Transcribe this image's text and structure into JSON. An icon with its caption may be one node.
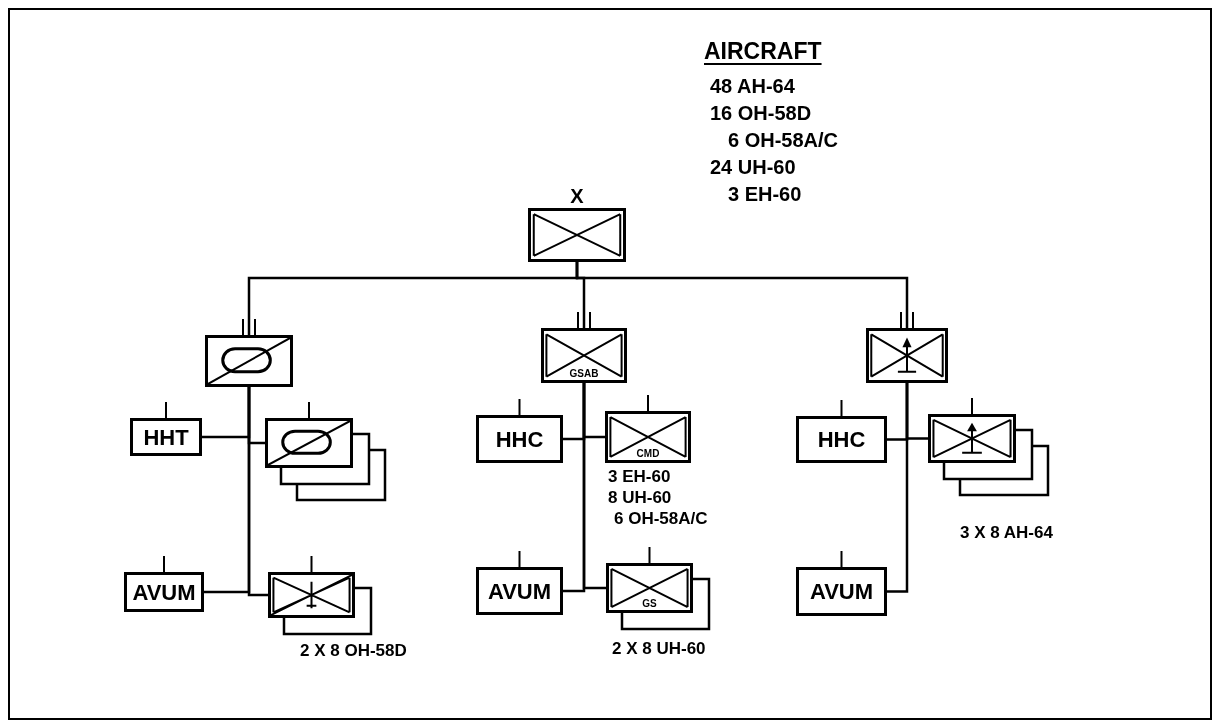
{
  "diagram": {
    "nodes": [
      {
        "text": [
          "X"
        ]
      },
      {
        "text": [],
        "shape": "box"
      },
      {
        "text": [
          "GSAB"
        ]
      },
      {
        "text": [],
        "shape": "box"
      },
      {
        "text": [
          "HHT"
        ]
      },
      {
        "text": [],
        "shape": "box"
      },
      {
        "text": [
          "AVUM"
        ]
      },
      {
        "text": [],
        "shape": "box",
        "beside": [
          "2 X 8 OH-58D"
        ]
      },
      {
        "text": [
          "HHC"
        ]
      },
      {
        "text": [
          "CMD"
        ],
        "beside": [
          "3 EH-60",
          "8 UH-60",
          "6 OH-58A/C"
        ]
      },
      {
        "text": [
          "AVUM"
        ]
      },
      {
        "text": [
          "GS"
        ],
        "beside": [
          "2 X 8 UH-60"
        ]
      },
      {
        "text": [
          "HHC"
        ]
      },
      {
        "text": [],
        "shape": "box",
        "beside": [
          "3 X 8 AH-64"
        ]
      },
      {
        "text": [
          "AVUM"
        ]
      }
    ],
    "edges": [
      {
        "from": 0,
        "to": 1,
        "arrow": "none"
      },
      {
        "from": 0,
        "to": 2,
        "arrow": "none"
      },
      {
        "from": 0,
        "to": 3,
        "arrow": "none"
      },
      {
        "from": 1,
        "to": 4,
        "arrow": "none"
      },
      {
        "from": 1,
        "to": 5,
        "arrow": "none"
      },
      {
        "from": 1,
        "to": 6,
        "arrow": "none"
      },
      {
        "from": 1,
        "to": 7,
        "arrow": "none"
      },
      {
        "from": 2,
        "to": 8,
        "arrow": "none"
      },
      {
        "from": 2,
        "to": 9,
        "arrow": "none"
      },
      {
        "from": 2,
        "to": 10,
        "arrow": "none"
      },
      {
        "from": 2,
        "to": 11,
        "arrow": "none"
      },
      {
        "from": 3,
        "to": 12,
        "arrow": "none"
      },
      {
        "from": 3,
        "to": 13,
        "arrow": "none"
      },
      {
        "from": 3,
        "to": 14,
        "arrow": "none"
      }
    ],
    "labels": [
      "AIRCRAFT",
      "48 AH-64",
      "16 OH-58D",
      "6 OH-58A/C",
      "24 UH-60",
      "3 EH-60"
    ]
  }
}
